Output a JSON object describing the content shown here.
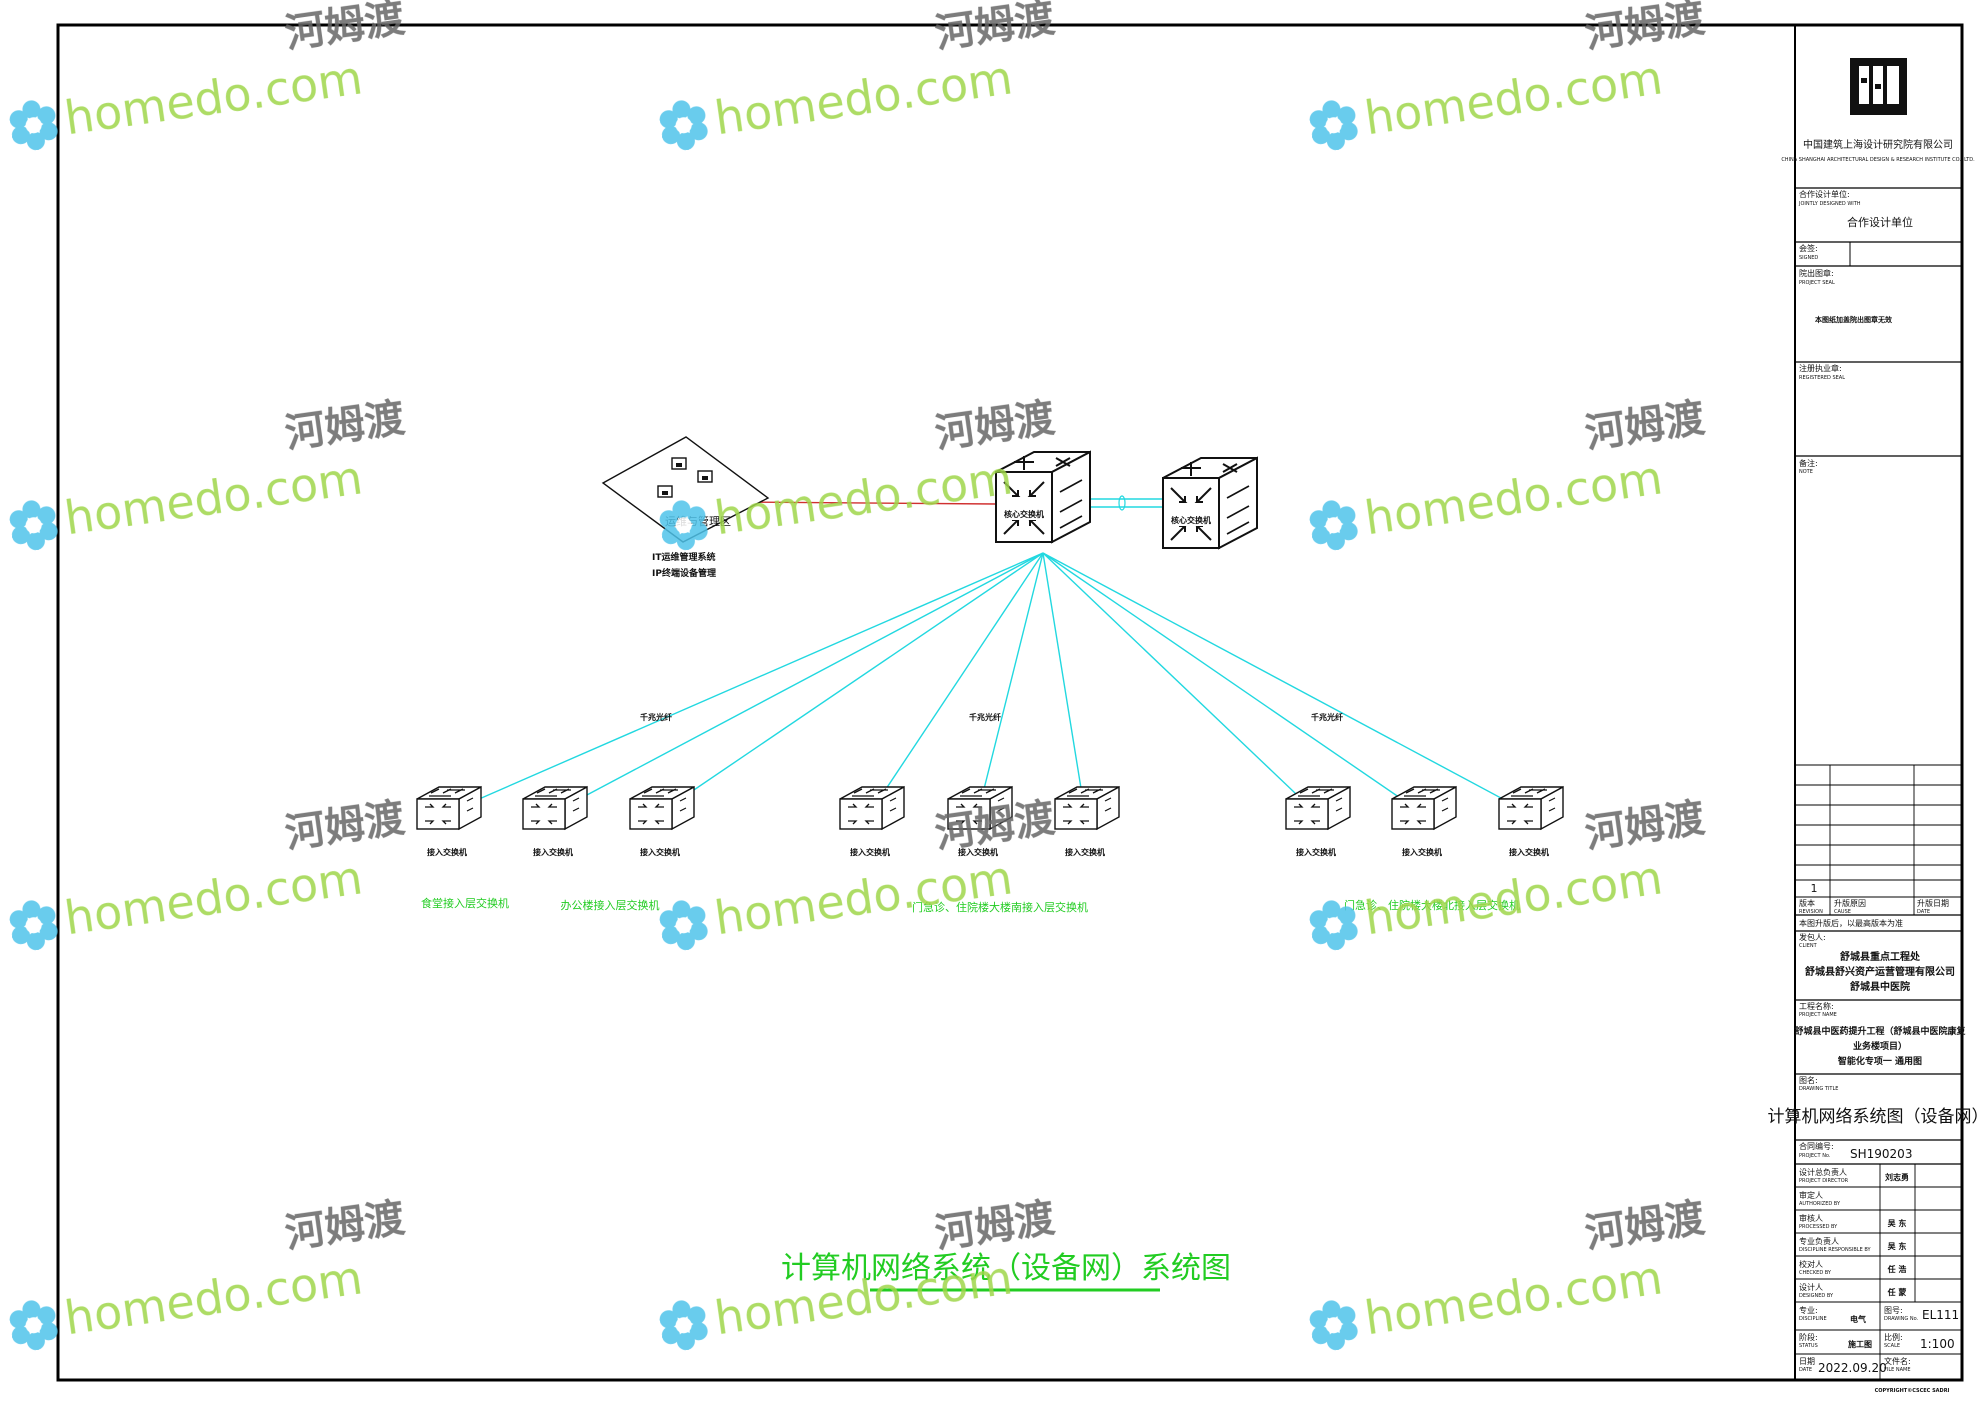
{
  "colors": {
    "background": "#ffffff",
    "frame": "#000000",
    "fiber_link": "#22d8e0",
    "copper_link": "#d03030",
    "caption_green": "#22cc22",
    "title_green": "#22cc22",
    "watermark_green": "#9fd64a",
    "watermark_blue": "#3fb8e8",
    "watermark_gray": "#666666"
  },
  "diagram": {
    "core_switch_label": "核心交换机",
    "core_switch2_label": "核心交换机",
    "mgmt_zone_label": "运维与管理区",
    "mgmt_line1": "IT运维管理系统",
    "mgmt_line2": "IP终端设备管理",
    "fiber_label": "千兆光纤",
    "access_switch_label": "接入交换机",
    "group_captions": [
      "食堂接入层交换机",
      "办公楼接入层交换机",
      "门急诊、住院楼大楼南接入层交换机",
      "门急诊、住院楼大楼北接入层交换机"
    ],
    "drawing_title": "计算机网络系统（设备网）系统图"
  },
  "watermark": {
    "text": "homedo.com",
    "cn": "河姆渡"
  },
  "title_block": {
    "company_cn": "中国建筑上海设计研究院有限公司",
    "company_en": "CHINA SHANGHAI ARCHITECTURAL DESIGN & RESEARCH INSTITUTE CO., LTD.",
    "jointly_cn": "合作设计单位:",
    "jointly_en": "JOINTLY DESIGNED WITH",
    "jointly_value": "合作设计单位",
    "signed_cn": "会签:",
    "signed_en": "SIGNED",
    "seal_cn": "院出图章:",
    "seal_en": "PROJECT SEAL",
    "seal_note": "本图纸加盖院出图章无效",
    "reg_cn": "注册执业章:",
    "reg_en": "REGISTERED SEAL",
    "note_cn": "备注:",
    "note_en": "NOTE",
    "revision_number": "1",
    "rev_cn": "版本",
    "rev_en": "REVISION",
    "cause_cn": "升版原因",
    "cause_en": "CAUSE",
    "date_cn": "升版日期",
    "date_en": "DATE",
    "latest_note": "本图升版后，以最高版本为准",
    "client_cn": "发包人:",
    "client_en": "CLIENT",
    "client_lines": [
      "舒城县重点工程处",
      "舒城县舒兴资产运营管理有限公司",
      "舒城县中医院"
    ],
    "project_cn": "工程名称:",
    "project_en": "PROJECT NAME",
    "project_lines": [
      "舒城县中医药提升工程（舒城县中医院康复",
      "业务楼项目）",
      "智能化专项一 通用图"
    ],
    "dtitle_cn": "图名:",
    "dtitle_en": "DRAWING TITLE",
    "dtitle_value": "计算机网络系统图（设备网）",
    "contract_cn": "合同编号:",
    "contract_en": "PROJECT No.",
    "contract_value": "SH190203",
    "director_cn": "设计总负责人",
    "director_en": "PROJECT DIRECTOR",
    "director_value": "刘志勇",
    "authorized_cn": "审定人",
    "authorized_en": "AUTHORIZED BY",
    "processed_cn": "审核人",
    "processed_en": "PROCESSED BY",
    "processed_value": "吴 东",
    "discipline_resp_cn": "专业负责人",
    "discipline_resp_en": "DISCIPLINE RESPONSIBLE BY",
    "discipline_resp_value": "吴 东",
    "checked_cn": "校对人",
    "checked_en": "CHECKED BY",
    "checked_value": "任 浩",
    "designed_cn": "设计人",
    "designed_en": "DESIGNED BY",
    "designed_value": "任 蒙",
    "discipline_cn": "专业:",
    "discipline_en": "DISCIPLINE",
    "discipline_value": "电气",
    "drawing_no_cn": "图号:",
    "drawing_no_en": "DRAWING No.",
    "drawing_no_value": "EL111",
    "status_cn": "阶段:",
    "status_en": "STATUS",
    "status_value": "施工图",
    "scale_cn": "比例:",
    "scale_en": "SCALE",
    "scale_value": "1:100",
    "date_label_cn": "日期",
    "date_label_en": "DATE",
    "date_value": "2022.09.20",
    "file_cn": "文件名:",
    "file_en": "FILE NAME",
    "copyright": "COPYRIGHT©CSCEC SADRI"
  }
}
